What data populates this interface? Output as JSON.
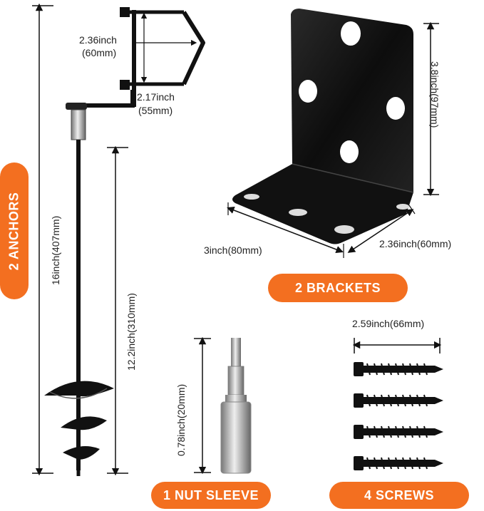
{
  "labels": {
    "anchors": "2 ANCHORS",
    "brackets": "2 BRACKETS",
    "nut_sleeve": "1 NUT SLEEVE",
    "screws": "4 SCREWS"
  },
  "dimensions": {
    "clamp_width": "2.36inch",
    "clamp_width_mm": "(60mm)",
    "clamp_height": "2.17inch",
    "clamp_height_mm": "(55mm)",
    "anchor_total": "16inch(407mm)",
    "anchor_auger": "12.2inch(310mm)",
    "bracket_height": "3.8inch(97mm)",
    "bracket_width": "3inch(80mm)",
    "bracket_depth": "2.36inch(60mm)",
    "sleeve_length": "0.78inch(20mm)",
    "screw_length": "2.59inch(66mm)"
  },
  "colors": {
    "accent": "#f36f20",
    "metal_dark": "#1a1a1a"
  }
}
